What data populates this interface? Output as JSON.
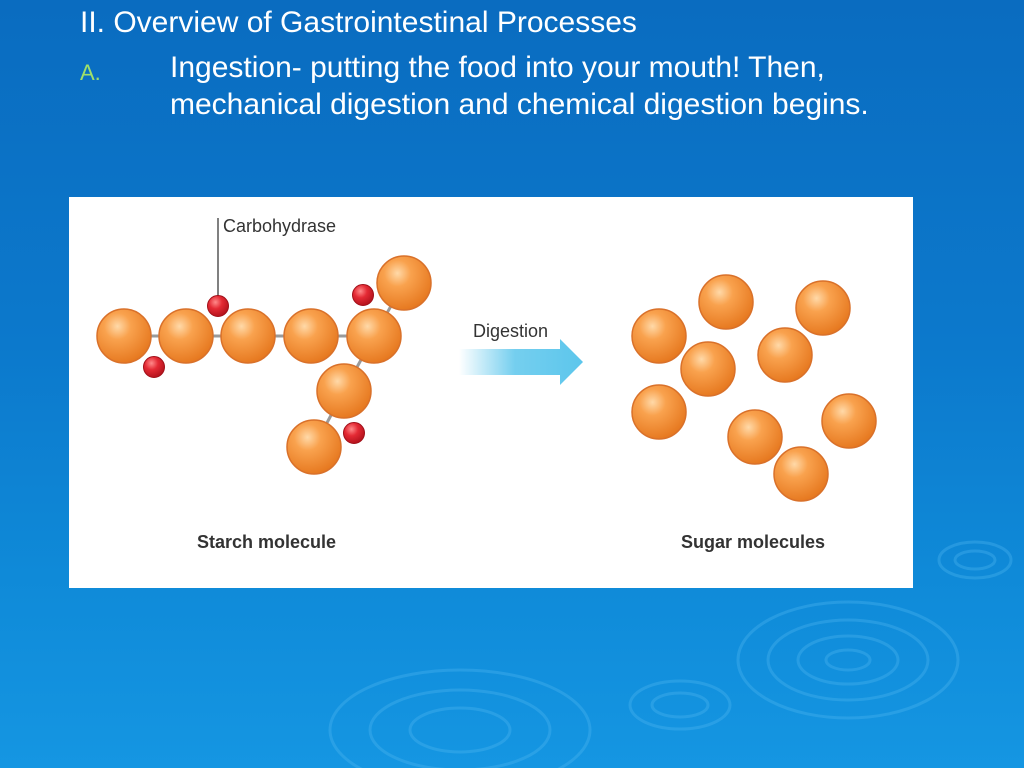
{
  "slide": {
    "title": "II. Overview of Gastrointestinal Processes",
    "bullet_marker": "A.",
    "bullet_text": "Ingestion- putting the food into your mouth!  Then, mechanical digestion and chemical digestion begins."
  },
  "figure": {
    "label_enzyme": "Carbohydrase",
    "label_arrow": "Digestion",
    "label_left": "Starch molecule",
    "label_right": "Sugar molecules"
  },
  "colors": {
    "background": "#0c79cc",
    "sugar_ball": "#f5963c",
    "water_ball": "#e0202c",
    "arrow": "#5cc6ec",
    "bullet_marker": "#9fe06a"
  }
}
